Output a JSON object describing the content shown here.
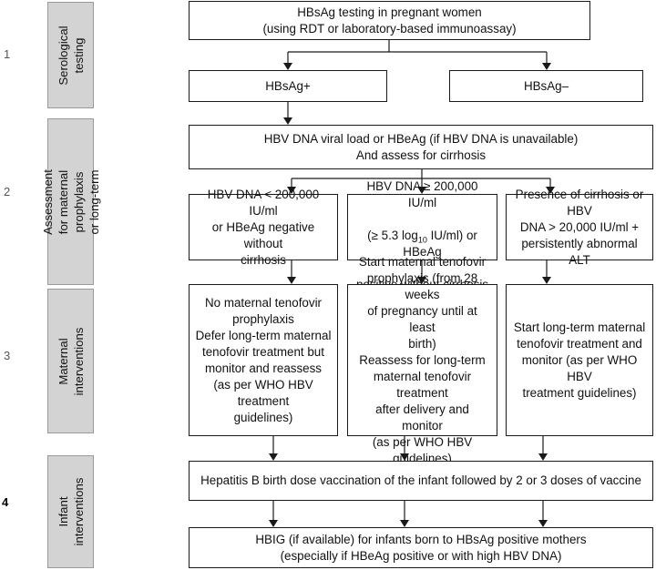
{
  "steps": [
    "1",
    "2",
    "3",
    "4"
  ],
  "side_labels": {
    "serological": "Serological testing",
    "assessment": "Assessment for maternal\nprophylaxis or long-term",
    "maternal": "Maternal interventions",
    "infant": "Infant interventions"
  },
  "boxes": {
    "testing": "HBsAg testing in pregnant women\n(using RDT or laboratory-based immunoassay)",
    "positive": "HBsAg+",
    "negative": "HBsAg–",
    "assess": "HBV DNA viral load or HBeAg (if HBV DNA is unavailable)\nAnd assess for cirrhosis",
    "branch_low": "HBV DNA < 200,000 IU/ml\nor HBeAg negative without\ncirrhosis",
    "branch_high_line1": "HBV DNA ≥ 200,000 IU/ml",
    "branch_high_pre": "(≥ 5.3 log",
    "branch_high_sub": "10",
    "branch_high_post": " IU/ml) or HBeAg",
    "branch_high_line3": "positive without cirrhosis",
    "branch_cirrhosis": "Presence of cirrhosis or HBV\nDNA > 20,000 IU/ml +\npersistently abnormal ALT",
    "int_none": "No maternal tenofovir\nprophylaxis\nDefer long-term maternal\ntenofovir treatment but\nmonitor and reassess\n(as per WHO HBV treatment\nguidelines)",
    "int_prophylaxis": "Start maternal tenofovir\nprophylaxis (from 28 weeks\nof pregnancy until at least\nbirth)\nReassess for long-term\nmaternal tenofovir treatment\nafter delivery and monitor\n(as per WHO HBV guidelines)",
    "int_treatment": "Start long-term maternal\ntenofovir treatment and\nmonitor (as per WHO HBV\ntreatment guidelines)",
    "vaccination": "Hepatitis B birth dose vaccination of the infant followed by 2 or 3 doses of vaccine",
    "hbig": "HBIG (if available) for infants born to HBsAg positive mothers\n(especially if HBeAg positive or with high HBV DNA)"
  }
}
